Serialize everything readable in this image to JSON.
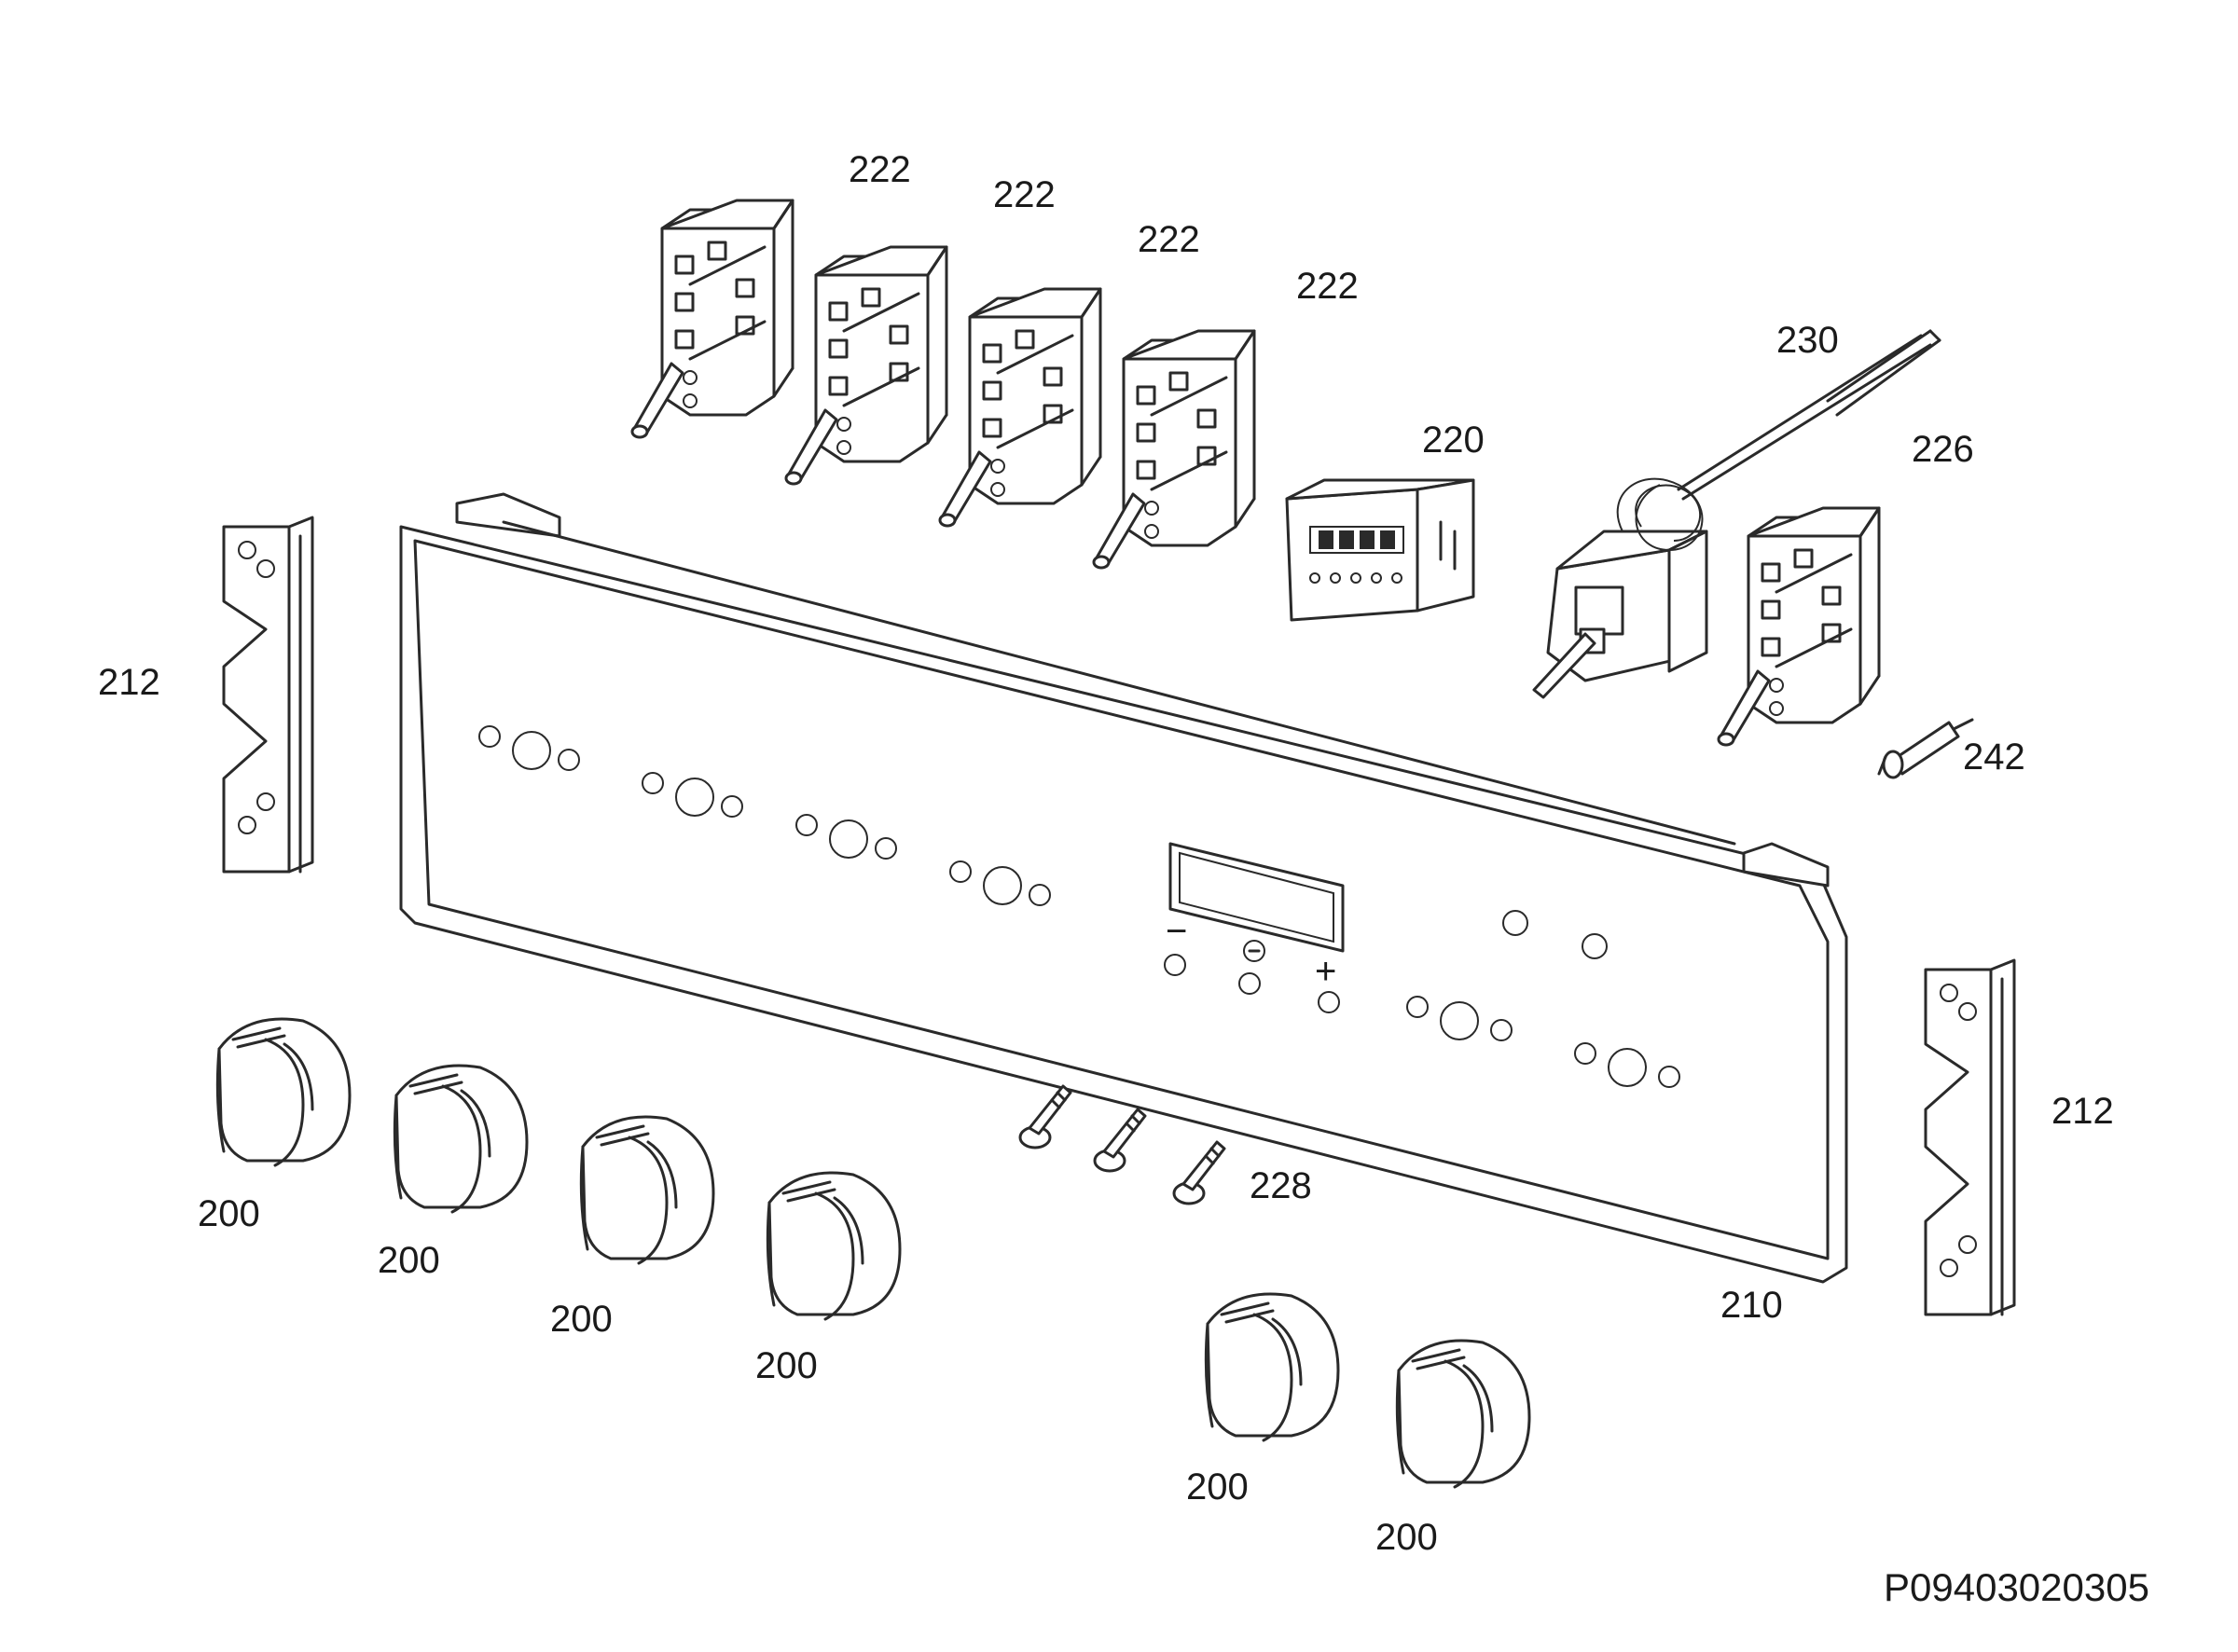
{
  "drawing_ref": "P09403020305",
  "labels": {
    "switch_1": "222",
    "switch_2": "222",
    "switch_3": "222",
    "switch_4": "222",
    "timer": "220",
    "thermostat": "230",
    "switch_5": "226",
    "lamp": "242",
    "bracket_left": "212",
    "bracket_right": "212",
    "panel": "210",
    "screws": "228",
    "knob_1": "200",
    "knob_2": "200",
    "knob_3": "200",
    "knob_4": "200",
    "knob_5": "200",
    "knob_6": "200"
  },
  "panel_symbols": {
    "minus": "−",
    "plus": "+"
  }
}
